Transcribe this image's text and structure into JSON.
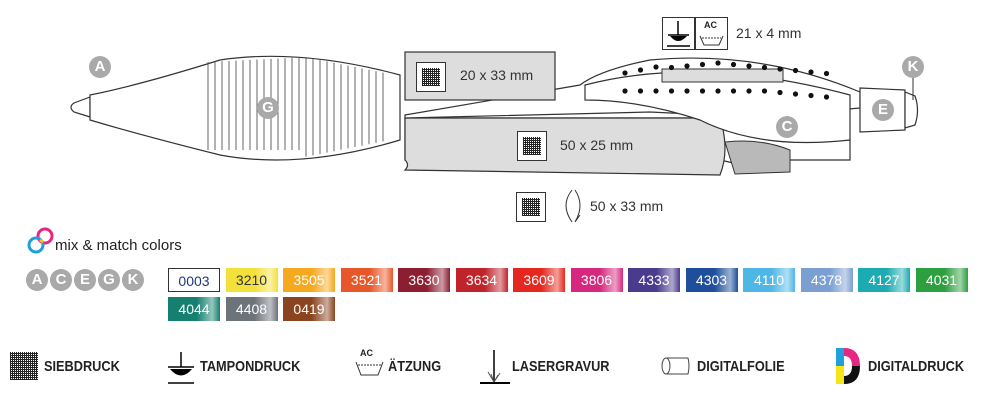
{
  "diagram": {
    "part_labels": {
      "A": "A",
      "G": "G",
      "C": "C",
      "E": "E",
      "K": "K"
    },
    "print_areas": [
      {
        "method": "siebdruck",
        "size": "20 x 33 mm"
      },
      {
        "method": "siebdruck",
        "size": "50 x 25 mm"
      },
      {
        "method": "siebdruck-rotation",
        "size": "50 x 33 mm"
      },
      {
        "method": "tampondruck-aetzung",
        "size": "21 x 4 mm"
      }
    ],
    "aetzung_icon_text": "AC"
  },
  "mix_match": {
    "title": "mix & match colors",
    "part_letters": [
      "A",
      "C",
      "E",
      "G",
      "K"
    ],
    "colors": [
      {
        "code": "0003",
        "color": "#ffffff"
      },
      {
        "code": "3210",
        "color": "#f3e03a"
      },
      {
        "code": "3505",
        "color": "#f6a81e"
      },
      {
        "code": "3521",
        "color": "#e8572a"
      },
      {
        "code": "3630",
        "color": "#8c1e32"
      },
      {
        "code": "3634",
        "color": "#c0242b"
      },
      {
        "code": "3609",
        "color": "#e5281f"
      },
      {
        "code": "3806",
        "color": "#d6287e"
      },
      {
        "code": "4333",
        "color": "#4a3b8e"
      },
      {
        "code": "4303",
        "color": "#1f4f9c"
      },
      {
        "code": "4110",
        "color": "#4fb7e6"
      },
      {
        "code": "4378",
        "color": "#7b9fd0"
      },
      {
        "code": "4127",
        "color": "#1cabb0"
      },
      {
        "code": "4031",
        "color": "#2e9f3e"
      },
      {
        "code": "4044",
        "color": "#15806f"
      },
      {
        "code": "4408",
        "color": "#6d7479"
      },
      {
        "code": "0419",
        "color": "#8a4520"
      }
    ]
  },
  "legend": [
    {
      "icon": "siebdruck-icon",
      "label": "SIEBDRUCK"
    },
    {
      "icon": "tampondruck-icon",
      "label": "TAMPONDRUCK"
    },
    {
      "icon": "aetzung-icon",
      "label": "ÄTZUNG",
      "icon_text": "AC"
    },
    {
      "icon": "lasergravur-icon",
      "label": "LASERGRAVUR"
    },
    {
      "icon": "digitalfolie-icon",
      "label": "DIGITALFOLIE"
    },
    {
      "icon": "digitaldruck-icon",
      "label": "DIGITALDRUCK"
    }
  ]
}
